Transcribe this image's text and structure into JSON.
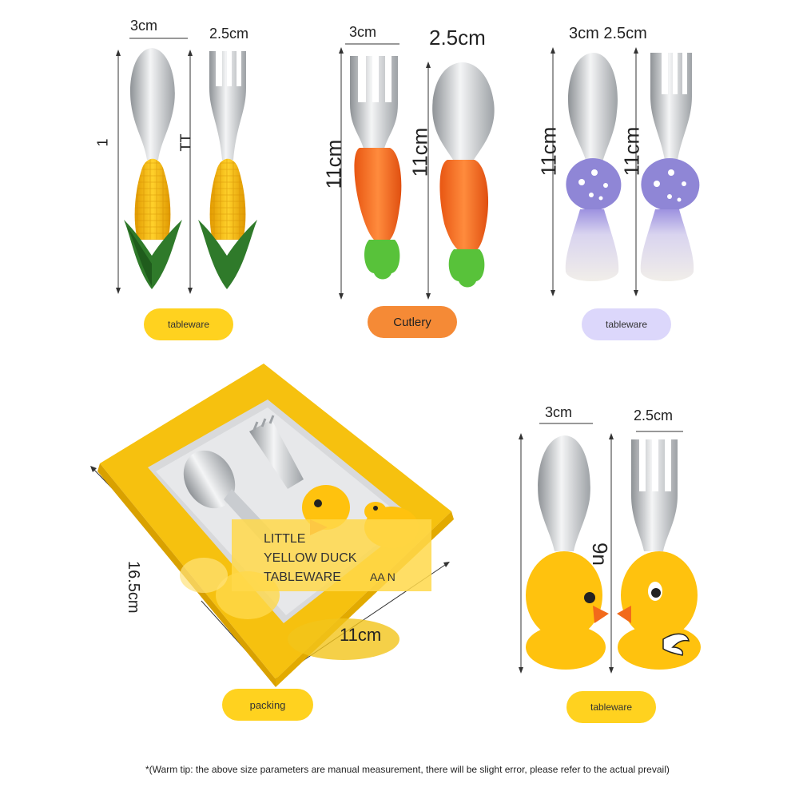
{
  "panels": {
    "corn": {
      "dim_width_spoon": "3cm",
      "dim_width_fork": "2.5cm",
      "dim_len_spoon": "1",
      "dim_len_fork": "TT",
      "label": "tableware"
    },
    "carrot": {
      "dim_width_fork": "3cm",
      "dim_width_spoon": "2.5cm",
      "dim_len_fork": "11cm",
      "dim_len_spoon": "11cm",
      "label": "Cutlery"
    },
    "mushroom": {
      "dim_width": "3cm 2.5cm",
      "dim_len_spoon": "11cm",
      "dim_len_fork": "11cm",
      "label": "tableware"
    },
    "box": {
      "dim_height": "16.5cm",
      "dim_width": "11cm",
      "text_line1": "LITTLE",
      "text_line2": "YELLOW DUCK",
      "text_line3": "TABLEWARE",
      "text_aux": "AA N",
      "label": "packing"
    },
    "duck": {
      "dim_width_spoon": "3cm",
      "dim_width_fork": "2.5cm",
      "dim_len": "9n",
      "label": "tableware"
    }
  },
  "footnote": "*(Warm tip: the above size parameters are manual measurement, there will be slight error, please refer to the actual prevail)",
  "colors": {
    "yellow": "#ffd21f",
    "orange": "#f58a36",
    "purple": "#dcd7fb",
    "corn": "#f3b812",
    "leaf": "#2f7a2a",
    "carrot": "#f26a1b",
    "stem": "#58c23a",
    "mushroom": "#8f86d6",
    "duck": "#ffc20e"
  }
}
